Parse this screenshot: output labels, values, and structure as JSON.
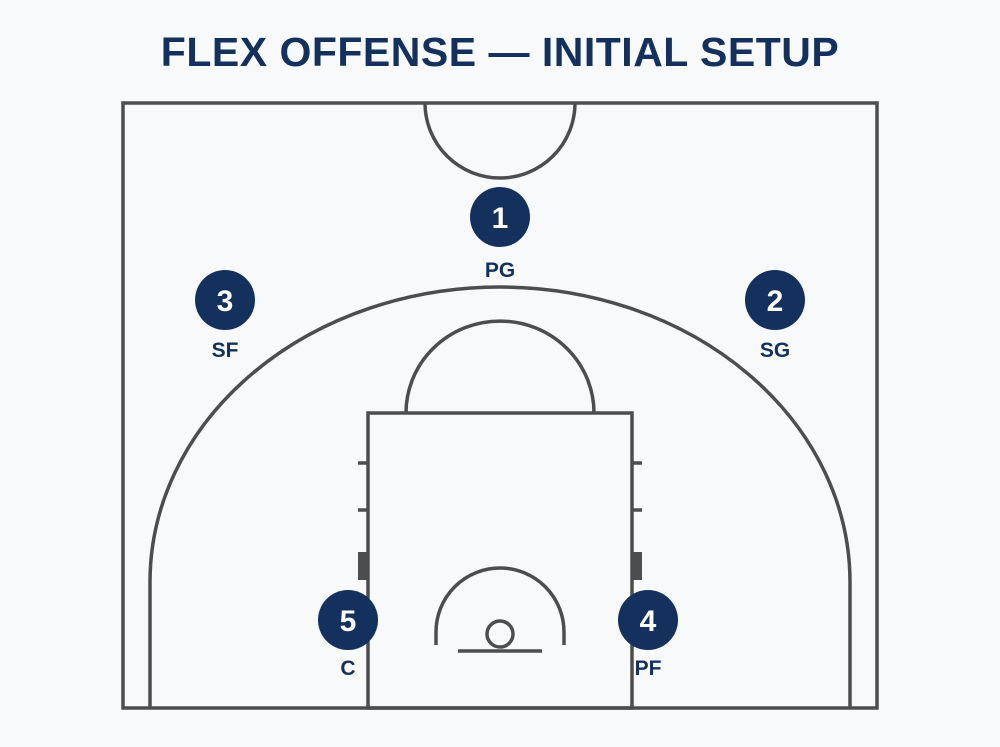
{
  "diagram": {
    "title": "FLEX OFFENSE — INITIAL SETUP",
    "colors": {
      "background": "#f8f9fa",
      "line": "#4d4d4d",
      "accent": "#14315e",
      "player_text": "#ffffff"
    },
    "players": [
      {
        "number": "1",
        "position": "PG"
      },
      {
        "number": "2",
        "position": "SG"
      },
      {
        "number": "3",
        "position": "SF"
      },
      {
        "number": "4",
        "position": "PF"
      },
      {
        "number": "5",
        "position": "C"
      }
    ]
  }
}
